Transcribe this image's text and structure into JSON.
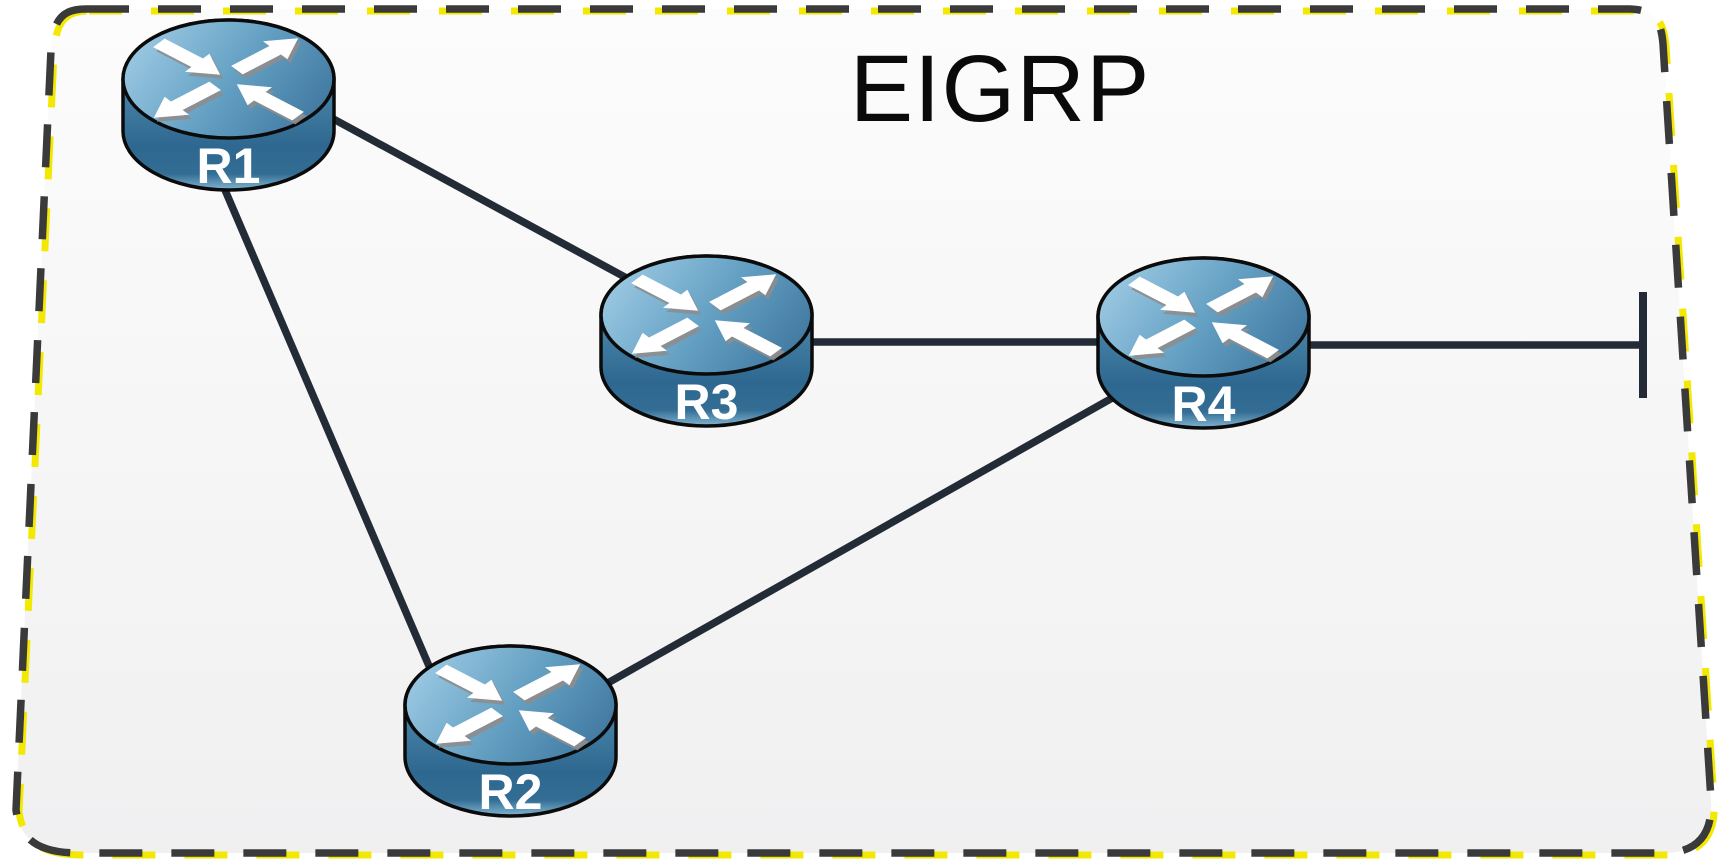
{
  "diagram": {
    "title": "EIGRP",
    "routers": [
      {
        "id": "r1",
        "label": "R1"
      },
      {
        "id": "r2",
        "label": "R2"
      },
      {
        "id": "r3",
        "label": "R3"
      },
      {
        "id": "r4",
        "label": "R4"
      }
    ],
    "links": [
      {
        "from": "R1",
        "to": "R3"
      },
      {
        "from": "R1",
        "to": "R2"
      },
      {
        "from": "R2",
        "to": "R4"
      },
      {
        "from": "R3",
        "to": "R4"
      },
      {
        "from": "R4",
        "to": "LAN segment"
      }
    ],
    "colors": {
      "link": "#222b36",
      "border_dash": "#3a3a3a",
      "border_accent": "#f2e800",
      "router_blue": "#4d87ac",
      "title_text": "#0a0a0a"
    }
  }
}
